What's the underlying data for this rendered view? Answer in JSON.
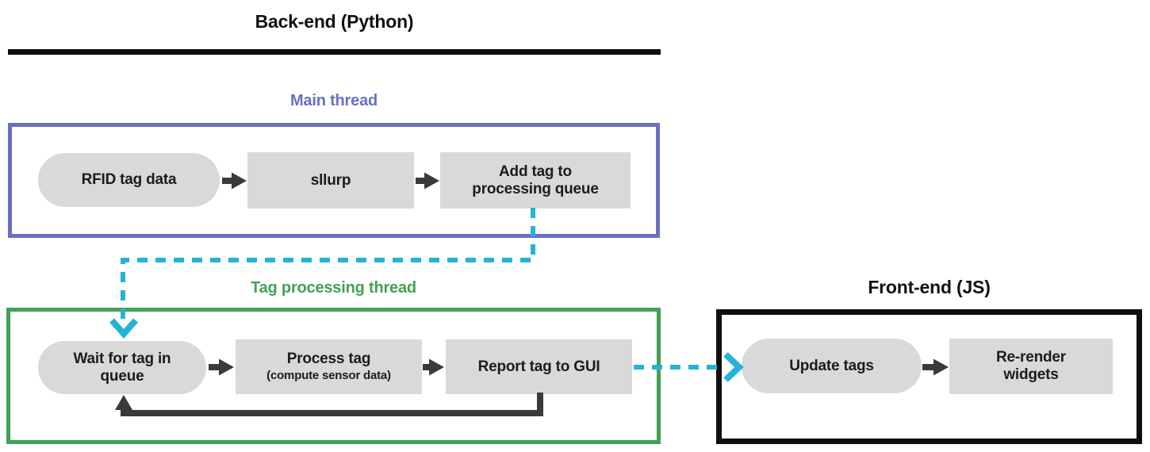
{
  "sections": {
    "backend_title": "Back-end (Python)",
    "frontend_title": "Front-end (JS)"
  },
  "threads": {
    "main_thread_label": "Main thread",
    "processing_thread_label": "Tag processing thread"
  },
  "nodes": {
    "rfid_tag_data": "RFID tag data",
    "sllurp": "sllurp",
    "add_tag": "Add tag to processing queue",
    "wait_for_tag": "Wait for tag in queue",
    "process_tag": "Process tag",
    "process_tag_sub": "(compute sensor data)",
    "report_tag": "Report tag to GUI",
    "update_tags": "Update tags",
    "rerender_widgets": "Re-render widgets"
  },
  "edges": [
    {
      "from": "rfid_tag_data",
      "to": "sllurp",
      "style": "solid-arrow"
    },
    {
      "from": "sllurp",
      "to": "add_tag",
      "style": "solid-arrow"
    },
    {
      "from": "add_tag",
      "to": "wait_for_tag",
      "style": "dashed-cyan-arrow"
    },
    {
      "from": "wait_for_tag",
      "to": "process_tag",
      "style": "solid-arrow"
    },
    {
      "from": "process_tag",
      "to": "report_tag",
      "style": "solid-arrow"
    },
    {
      "from": "report_tag",
      "to": "wait_for_tag",
      "style": "solid-loop-arrow"
    },
    {
      "from": "report_tag",
      "to": "update_tags",
      "style": "dashed-cyan-arrow"
    },
    {
      "from": "update_tags",
      "to": "rerender_widgets",
      "style": "solid-arrow"
    }
  ],
  "colors": {
    "main_thread_accent": "#6a6fc0",
    "processing_thread_accent": "#41a156",
    "queue_signal_cyan": "#25b2d9",
    "node_fill": "#d9d9d9",
    "arrow_dark": "#3a3a3a",
    "frame_black": "#0f0f0f"
  }
}
